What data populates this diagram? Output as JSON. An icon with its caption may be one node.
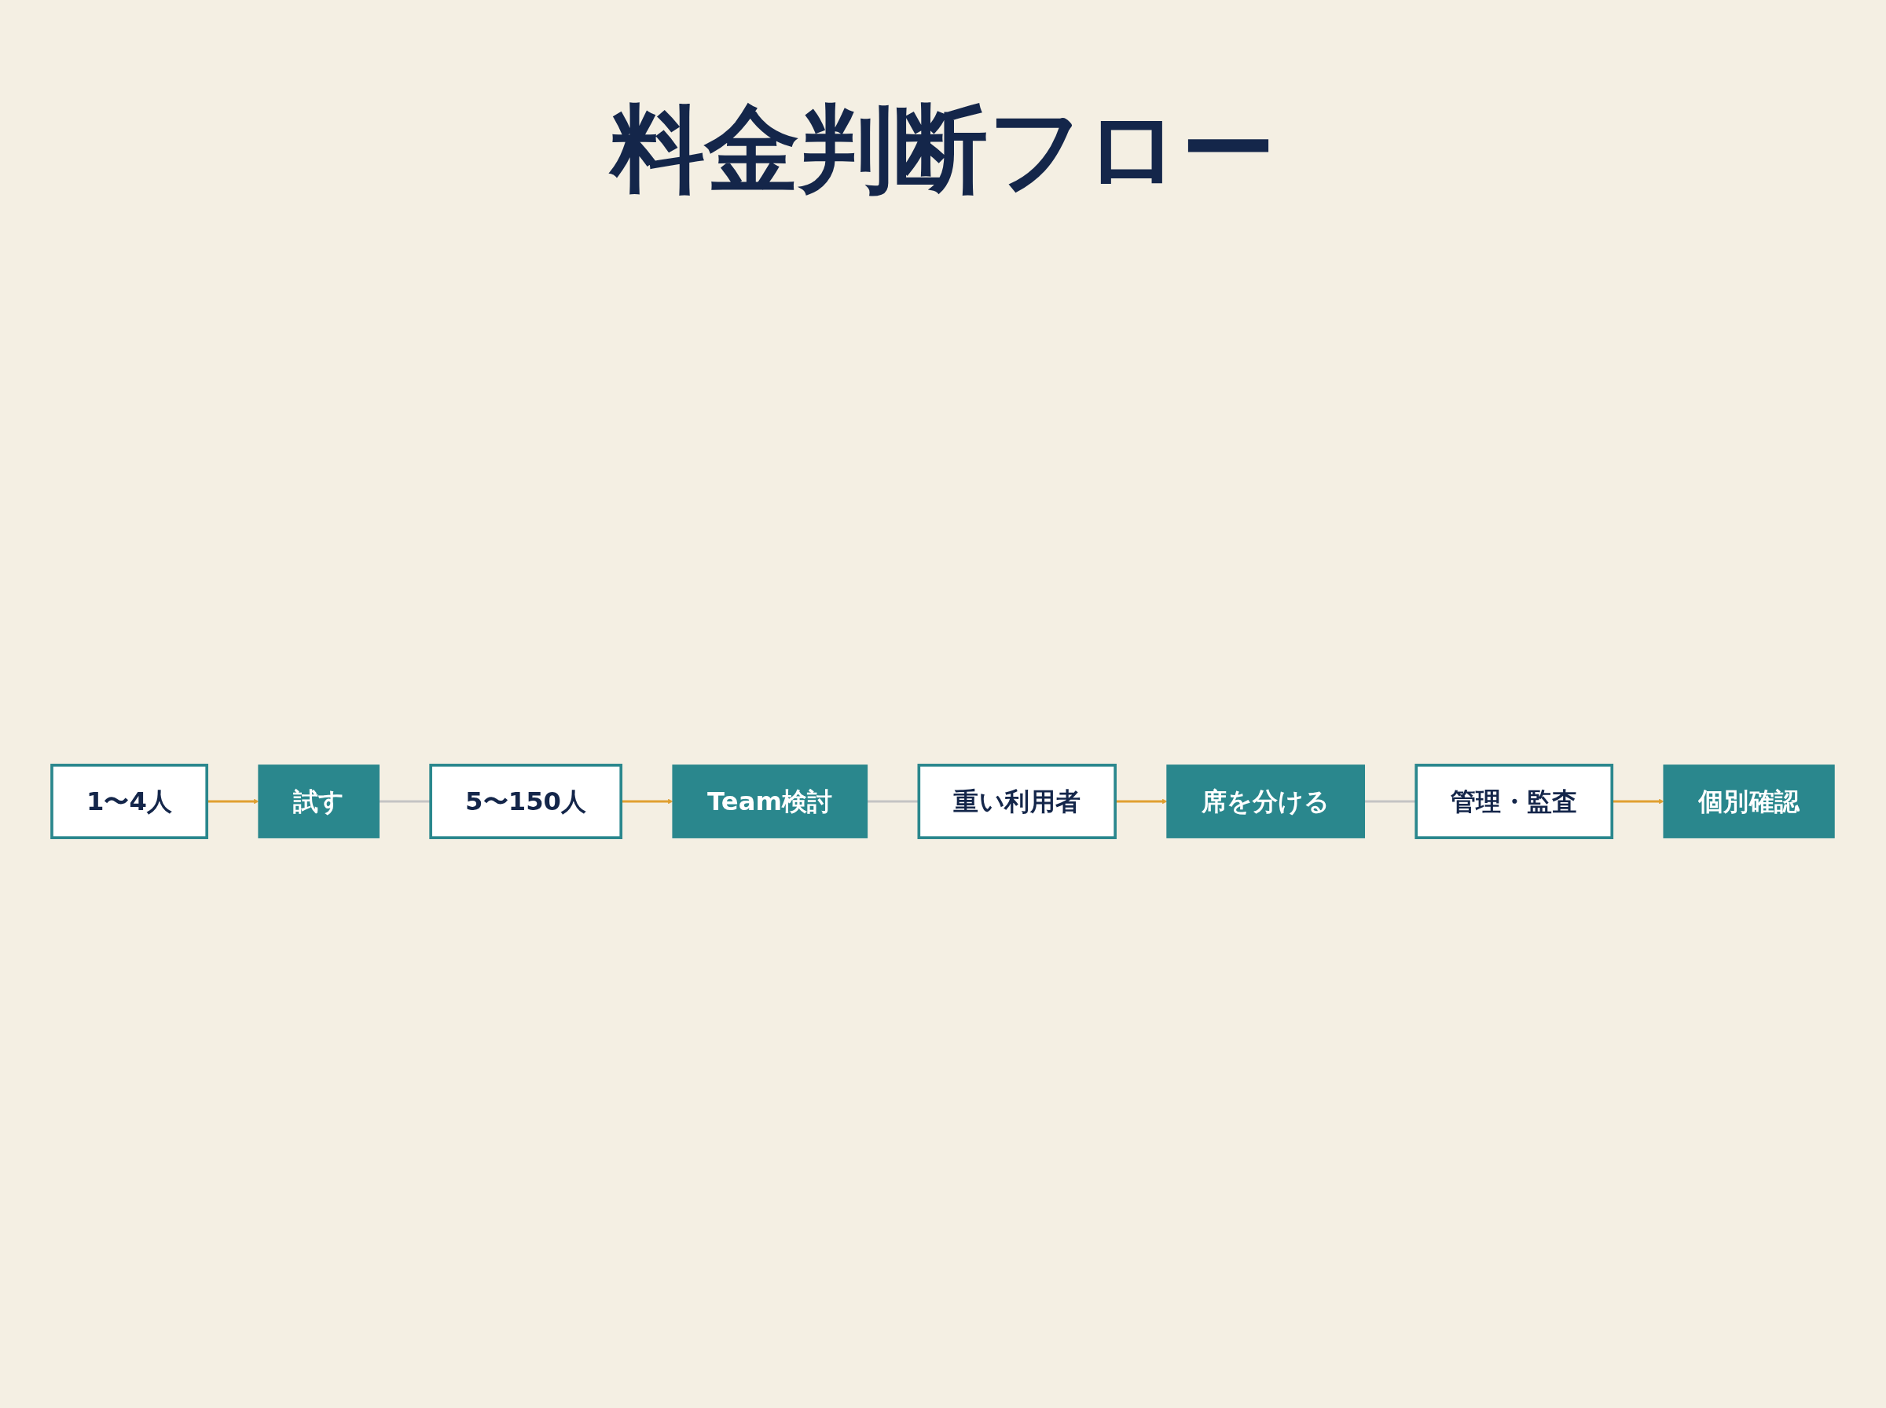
{
  "diagram": {
    "title": "料金判断フロー",
    "nodes": [
      {
        "text": [
          "1〜4人"
        ]
      },
      {
        "text": [
          "試す"
        ]
      },
      {
        "text": [
          "5〜150人"
        ]
      },
      {
        "text": [
          "Team検討"
        ]
      },
      {
        "text": [
          "重い利用者"
        ]
      },
      {
        "text": [
          "席を分ける"
        ]
      },
      {
        "text": [
          "管理・監査"
        ]
      },
      {
        "text": [
          "個別確認"
        ]
      }
    ],
    "edges": [
      {
        "from": 0,
        "to": 1,
        "arrow": "to"
      },
      {
        "from": 1,
        "to": 2,
        "arrow": "none",
        "color": "#c4c4c4"
      },
      {
        "from": 2,
        "to": 3,
        "arrow": "to"
      },
      {
        "from": 3,
        "to": 4,
        "arrow": "none",
        "color": "#c4c4c4"
      },
      {
        "from": 4,
        "to": 5,
        "arrow": "to"
      },
      {
        "from": 5,
        "to": 6,
        "arrow": "none",
        "color": "#c4c4c4"
      },
      {
        "from": 6,
        "to": 7,
        "arrow": "to"
      }
    ]
  }
}
